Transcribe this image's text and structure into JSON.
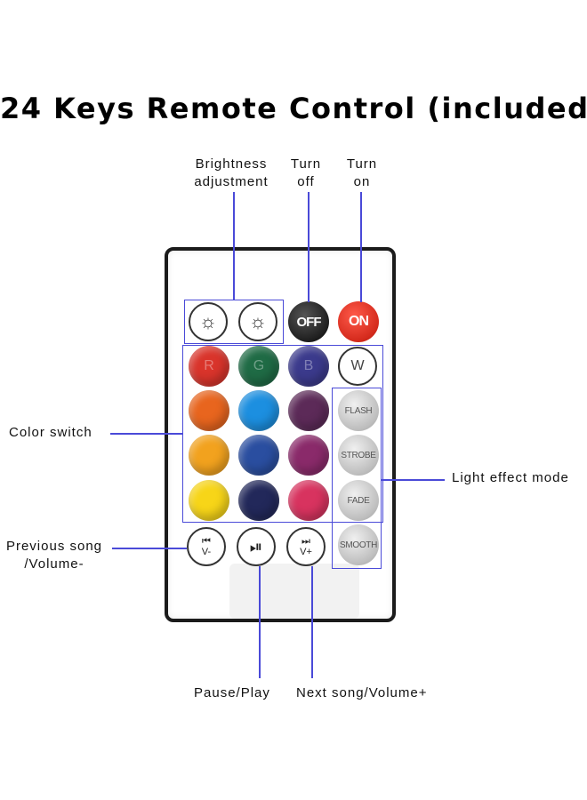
{
  "title": "24 Keys Remote Control (included)",
  "labels": {
    "brightness_line1": "Brightness",
    "brightness_line2": "adjustment",
    "turn_off_line1": "Turn",
    "turn_off_line2": "off",
    "turn_on_line1": "Turn",
    "turn_on_line2": "on",
    "color_switch": "Color switch",
    "light_effect_mode": "Light effect mode",
    "previous_line1": "Previous song",
    "previous_line2": "/Volume-",
    "pause_play": "Pause/Play",
    "next": "Next song/Volume+"
  },
  "remote": {
    "row1": {
      "brightness_down_icon": "☼",
      "brightness_up_icon": "☼",
      "off_label": "OFF",
      "on_label": "ON"
    },
    "color_letters": {
      "r": "R",
      "g": "G",
      "b": "B"
    },
    "white_label": "W",
    "effects": [
      "FLASH",
      "STROBE",
      "FADE",
      "SMOOTH"
    ],
    "media": {
      "prev_symbol": "⏮",
      "prev_sub": "V-",
      "play_symbol": "⏯",
      "next_symbol": "⏭",
      "next_sub": "V+"
    },
    "colors": {
      "red": "#d9342b",
      "green": "#1f6b45",
      "blue": "#3b3a8c",
      "orange": "#e8651e",
      "sky": "#1c8fe0",
      "purple": "#5c2a58",
      "amber": "#f2a21e",
      "royal": "#2a4ea0",
      "plum": "#8a2a6a",
      "yellow": "#f7d518",
      "navy": "#22285a",
      "pink": "#d8335f"
    },
    "annotation_color": "#4a4ad8"
  }
}
